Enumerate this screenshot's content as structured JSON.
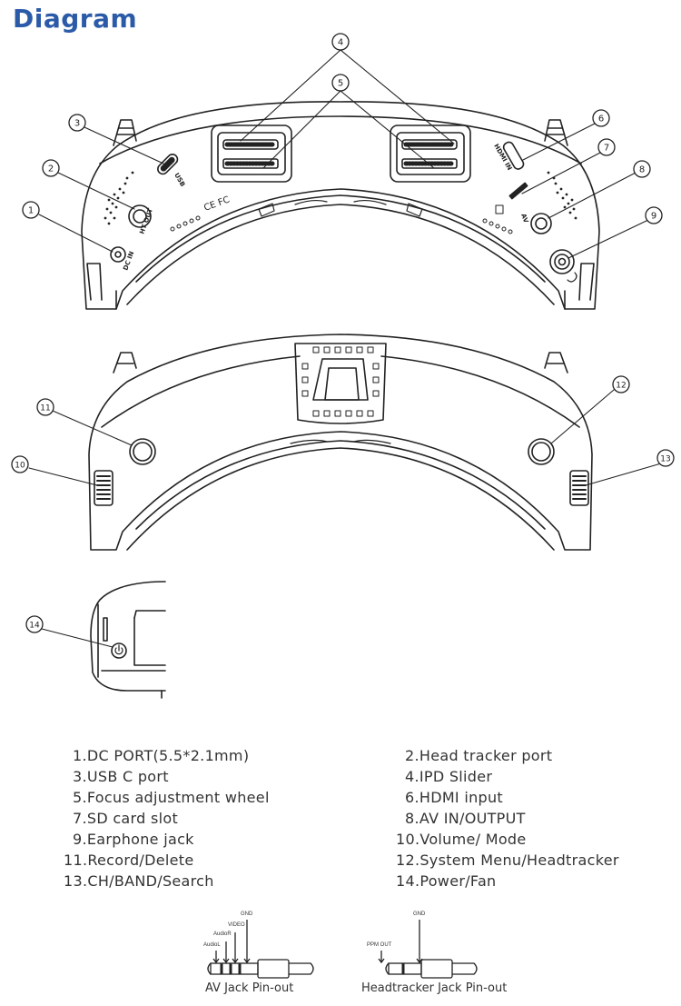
{
  "title": "Diagram",
  "device_labels": {
    "usb": "USB",
    "ht_out": "HT OUT",
    "dc_in": "DC IN",
    "hdmi_in": "HDMI IN",
    "av": "AV",
    "ce_fc": "CE FC"
  },
  "callouts": [
    "1",
    "2",
    "3",
    "4",
    "5",
    "6",
    "7",
    "8",
    "9",
    "10",
    "11",
    "12",
    "13",
    "14"
  ],
  "legend": [
    "1.DC PORT(5.5*2.1mm)",
    "2.Head tracker port",
    "3.USB C port",
    "4.IPD Slider",
    "5.Focus adjustment  wheel",
    "6.HDMI input",
    "7.SD card slot",
    "8.AV IN/OUTPUT",
    "9.Earphone jack",
    "10.Volume/ Mode",
    "11.Record/Delete",
    "12.System Menu/Headtracker",
    "13.CH/BAND/Search",
    "14.Power/Fan"
  ],
  "av_jack": {
    "caption": "AV Jack Pin-out",
    "pins": [
      "AudioL",
      "AudioR",
      "VIDEO",
      "GND"
    ]
  },
  "ht_jack": {
    "caption": "Headtracker Jack Pin-out",
    "pins": [
      "PPM OUT",
      "GND"
    ]
  }
}
